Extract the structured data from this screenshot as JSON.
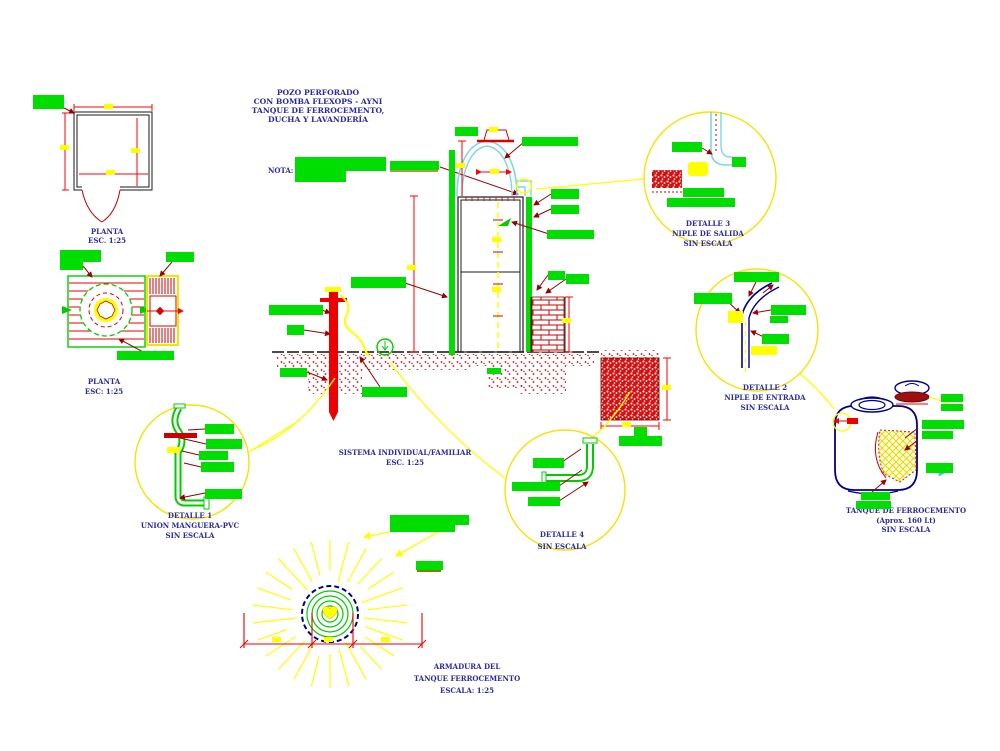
{
  "drawing": {
    "title": {
      "line1": "POZO PERFORADO",
      "line2": "CON BOMBA FLEXOPS - AYNI",
      "line3": "TANQUE DE FERROCEMENTO,",
      "line4": "DUCHA Y LAVANDERÍA"
    },
    "nota_label": "NOTA:",
    "room_plan": {
      "title": "PLANTA",
      "scale": "ESC. 1:25"
    },
    "well_plan": {
      "title": "PLANTA",
      "scale": "ESC: 1:25"
    },
    "system": {
      "title": "SISTEMA INDIVIDUAL/FAMILIAR",
      "scale": "ESC. 1:25"
    },
    "detail1": {
      "title": "DETALLE 1",
      "subtitle": "UNION MANGUERA-PVC",
      "scale": "SIN ESCALA"
    },
    "detail2": {
      "title": "DETALLE 2",
      "subtitle": "NIPLE DE ENTRADA",
      "scale": "SIN ESCALA"
    },
    "detail3": {
      "title": "DETALLE 3",
      "subtitle": "NIPLE DE SALIDA",
      "scale": "SIN ESCALA"
    },
    "detail4": {
      "title": "DETALLE 4",
      "scale": "SIN ESCALA"
    },
    "tank": {
      "title": "TANQUE DE FERROCEMENTO",
      "capacity": "(Aprox. 160 Lt)",
      "scale": "SIN ESCALA"
    },
    "armature": {
      "line1": "ARMADURA DEL",
      "line2": "TANQUE FERROCEMENTO",
      "scale": "ESCALA: 1:25"
    }
  },
  "colors": {
    "label_green": "#00dd00",
    "dim_red": "#ff0000",
    "leader_dark_red": "#990000",
    "highlight_yellow": "#ffff00",
    "pipe_cyan": "#7fd6e8",
    "pipe_navy": "#00008b",
    "text_blue": "#2929a8",
    "stipple_red": "#cc0000"
  },
  "redactions": {
    "green": [
      [
        33,
        95,
        31,
        14
      ],
      [
        60,
        250,
        41,
        12
      ],
      [
        60,
        261,
        23,
        9
      ],
      [
        166,
        252,
        28,
        10
      ],
      [
        117,
        351,
        57,
        9
      ],
      [
        205,
        424,
        29,
        10
      ],
      [
        206,
        439,
        36,
        10
      ],
      [
        199,
        451,
        29,
        9
      ],
      [
        201,
        462,
        33,
        10
      ],
      [
        205,
        489,
        37,
        10
      ],
      [
        295,
        157,
        91,
        14
      ],
      [
        295,
        170,
        51,
        12
      ],
      [
        390,
        161,
        49,
        9
      ],
      [
        455,
        127,
        23,
        9
      ],
      [
        522,
        137,
        56,
        9
      ],
      [
        351,
        277,
        55,
        11
      ],
      [
        269,
        305,
        54,
        10
      ],
      [
        287,
        325,
        17,
        10
      ],
      [
        280,
        368,
        27,
        9
      ],
      [
        362,
        387,
        45,
        10
      ],
      [
        551,
        189,
        28,
        10
      ],
      [
        551,
        205,
        28,
        9
      ],
      [
        547,
        230,
        47,
        9
      ],
      [
        548,
        271,
        17,
        9
      ],
      [
        566,
        274,
        23,
        10
      ],
      [
        487,
        368,
        14,
        6
      ],
      [
        634,
        427,
        13,
        9
      ],
      [
        619,
        436,
        43,
        10
      ],
      [
        672,
        142,
        30,
        10
      ],
      [
        683,
        188,
        41,
        9
      ],
      [
        667,
        198,
        68,
        9
      ],
      [
        734,
        272,
        45,
        10
      ],
      [
        694,
        293,
        38,
        11
      ],
      [
        771,
        305,
        35,
        10
      ],
      [
        770,
        316,
        18,
        7
      ],
      [
        762,
        334,
        27,
        10
      ],
      [
        941,
        394,
        22,
        8
      ],
      [
        941,
        404,
        22,
        7
      ],
      [
        922,
        420,
        42,
        9
      ],
      [
        922,
        431,
        31,
        8
      ],
      [
        926,
        463,
        27,
        10
      ],
      [
        861,
        492,
        29,
        8
      ],
      [
        856,
        501,
        35,
        8
      ],
      [
        533,
        458,
        31,
        10
      ],
      [
        512,
        482,
        48,
        9
      ],
      [
        528,
        497,
        32,
        9
      ],
      [
        390,
        515,
        79,
        10
      ],
      [
        390,
        525,
        65,
        7
      ],
      [
        416,
        561,
        27,
        9
      ]
    ],
    "yellow": [
      [
        104,
        104,
        9,
        5
      ],
      [
        60,
        145,
        9,
        5
      ],
      [
        131,
        148,
        9,
        5
      ],
      [
        106,
        170,
        9,
        5
      ],
      [
        489,
        127,
        9,
        5
      ],
      [
        456,
        163,
        9,
        5
      ],
      [
        490,
        169,
        9,
        5
      ],
      [
        407,
        265,
        9,
        5
      ],
      [
        492,
        237,
        9,
        5
      ],
      [
        492,
        287,
        9,
        5
      ],
      [
        562,
        318,
        9,
        5
      ],
      [
        662,
        385,
        9,
        5
      ],
      [
        622,
        422,
        9,
        5
      ],
      [
        272,
        637,
        9,
        5
      ],
      [
        324,
        637,
        9,
        5
      ],
      [
        381,
        637,
        9,
        5
      ],
      [
        167,
        447,
        13,
        6
      ],
      [
        728,
        311,
        15,
        12
      ],
      [
        751,
        346,
        26,
        9
      ]
    ]
  }
}
